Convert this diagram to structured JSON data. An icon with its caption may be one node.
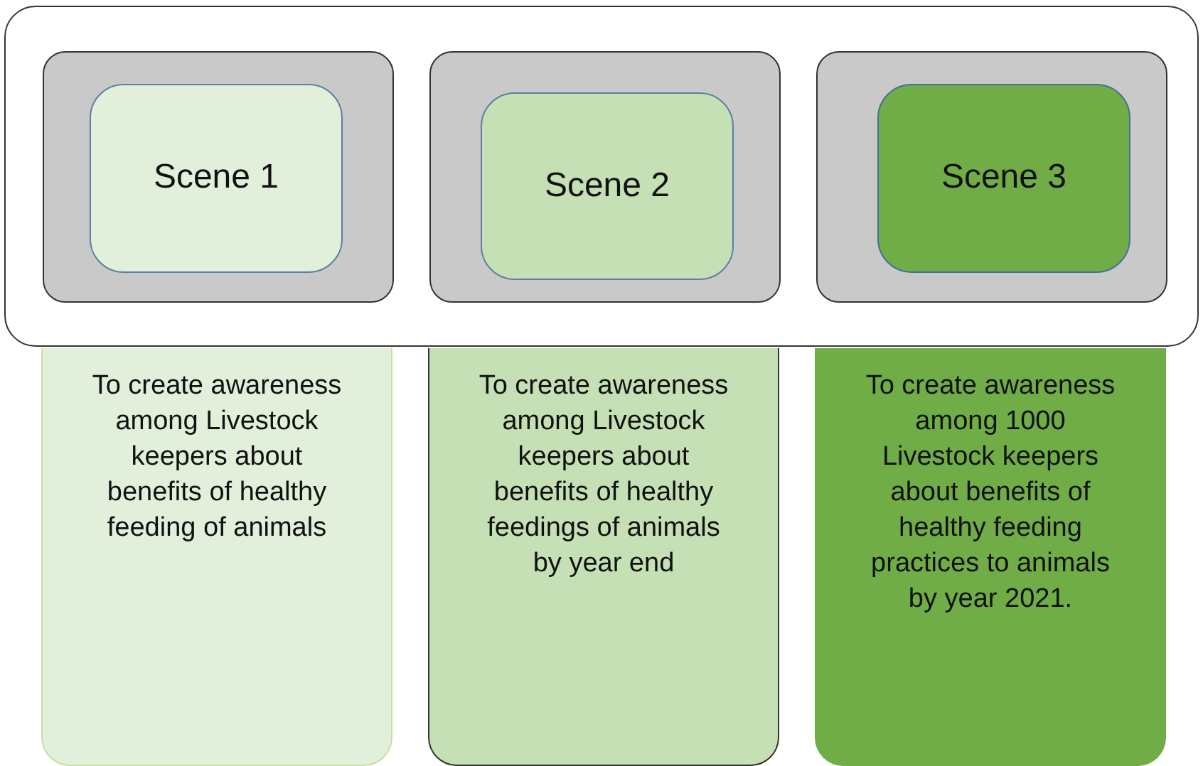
{
  "diagram": {
    "nodes": [
      {
        "text": [],
        "shape": "box"
      },
      {
        "text": [],
        "shape": "box",
        "in": 0
      },
      {
        "text": [
          "Scene 1"
        ],
        "in": 1
      },
      {
        "text": [],
        "shape": "box",
        "in": 0
      },
      {
        "text": [
          "Scene 2"
        ],
        "in": 3
      },
      {
        "text": [],
        "shape": "box",
        "in": 0
      },
      {
        "text": [
          "Scene 3"
        ],
        "in": 5
      },
      {
        "text": [
          "To create awareness among Livestock keepers about benefits of healthy feeding of animals"
        ]
      },
      {
        "text": [
          "To create awareness among Livestock keepers about benefits of healthy feedings of animals by year end"
        ]
      },
      {
        "text": [
          "To create awareness among 1000 Livestock keepers about benefits of healthy feeding practices to animals by year 2021."
        ]
      }
    ]
  }
}
